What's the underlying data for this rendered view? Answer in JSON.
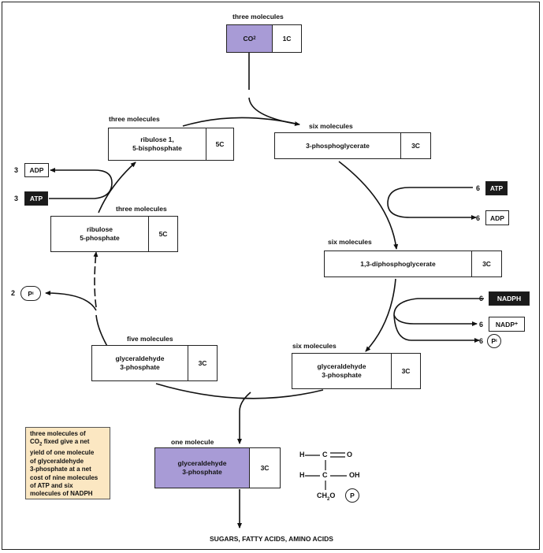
{
  "co2": {
    "count": "three molecules",
    "formula": "CO",
    "subscript": "2",
    "carbons": "1C"
  },
  "rubp": {
    "count": "three molecules",
    "name": "ribulose 1,\n5-bisphosphate",
    "carbons": "5C"
  },
  "pga": {
    "count": "six molecules",
    "name": "3-phosphoglycerate",
    "carbons": "3C"
  },
  "dpg": {
    "count": "six molecules",
    "name": "1,3-diphosphoglycerate",
    "carbons": "3C"
  },
  "g3p_six": {
    "count": "six molecules",
    "name": "glyceraldehyde\n3-phosphate",
    "carbons": "3C"
  },
  "g3p_five": {
    "count": "five molecules",
    "name": "glyceraldehyde\n3-phosphate",
    "carbons": "3C"
  },
  "ru5p": {
    "count": "three molecules",
    "name": "ribulose\n5-phosphate",
    "carbons": "5C"
  },
  "g3p_out": {
    "count": "one molecule",
    "name": "glyceraldehyde\n3-phosphate",
    "carbons": "3C"
  },
  "left_cofactors": {
    "adp": {
      "n": "3",
      "label": "ADP"
    },
    "atp": {
      "n": "3",
      "label": "ATP"
    },
    "pi": {
      "n": "2",
      "label": "P",
      "sub": "i"
    }
  },
  "right_cofactors": {
    "atp": {
      "n": "6",
      "label": "ATP"
    },
    "adp": {
      "n": "6",
      "label": "ADP"
    },
    "nadph": {
      "n": "6",
      "label": "NADPH"
    },
    "nadp": {
      "n": "6",
      "label": "NADP",
      "sup": "+"
    },
    "pi": {
      "n": "6",
      "label": "P",
      "sub": "i"
    }
  },
  "note": {
    "line1": "three molecules of",
    "line2_a": "CO",
    "line2_sub": "2",
    "line2_b": " fixed give a net",
    "line3": "yield of one molecule",
    "line4": "of glyceraldehyde",
    "line5": "3-phosphate at a net",
    "line6": "cost of nine molecules",
    "line7": "of ATP and six",
    "line8": "molecules of NADPH"
  },
  "structure": {
    "r1_h": "H",
    "r1_c": "C",
    "r1_o": "O",
    "r2_h": "H",
    "r2_c": "C",
    "r2_oh": "OH",
    "r3_ch": "CH",
    "r3_sub": "2",
    "r3_o": "O",
    "r3_p": "P"
  },
  "products": "SUGARS, FATTY ACIDS, AMINO ACIDS",
  "colors": {
    "purple": "#a89bd6",
    "note_bg": "#fbe7c2",
    "dark": "#1a1a1a"
  }
}
